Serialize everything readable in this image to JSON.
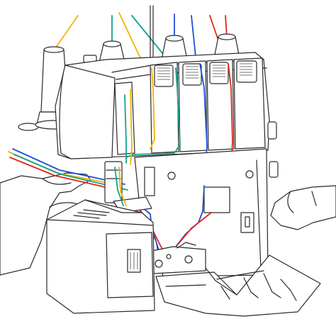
{
  "thread_colors": {
    "yellow": "#f2b400",
    "green": "#11a38f",
    "blue": "#1f4fd6",
    "red": "#e3241b"
  },
  "spools": [
    {
      "name": "spool-yellow",
      "color_key": "yellow"
    },
    {
      "name": "spool-green",
      "color_key": "green"
    },
    {
      "name": "spool-blue",
      "color_key": "blue"
    },
    {
      "name": "spool-red",
      "color_key": "red"
    }
  ]
}
